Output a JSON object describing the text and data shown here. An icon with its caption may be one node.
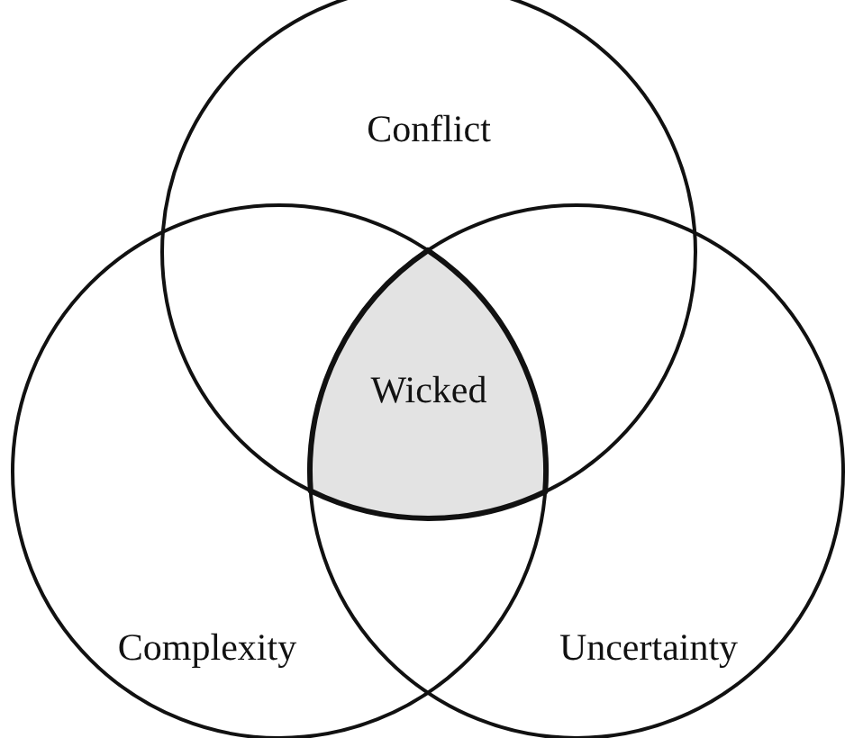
{
  "diagram": {
    "nodes": [
      {
        "text": [
          "Conflict"
        ]
      },
      {
        "text": [
          "Complexity"
        ]
      },
      {
        "text": [
          "Uncertainty"
        ]
      },
      {
        "text": [
          "Wicked"
        ]
      }
    ],
    "edges": []
  }
}
